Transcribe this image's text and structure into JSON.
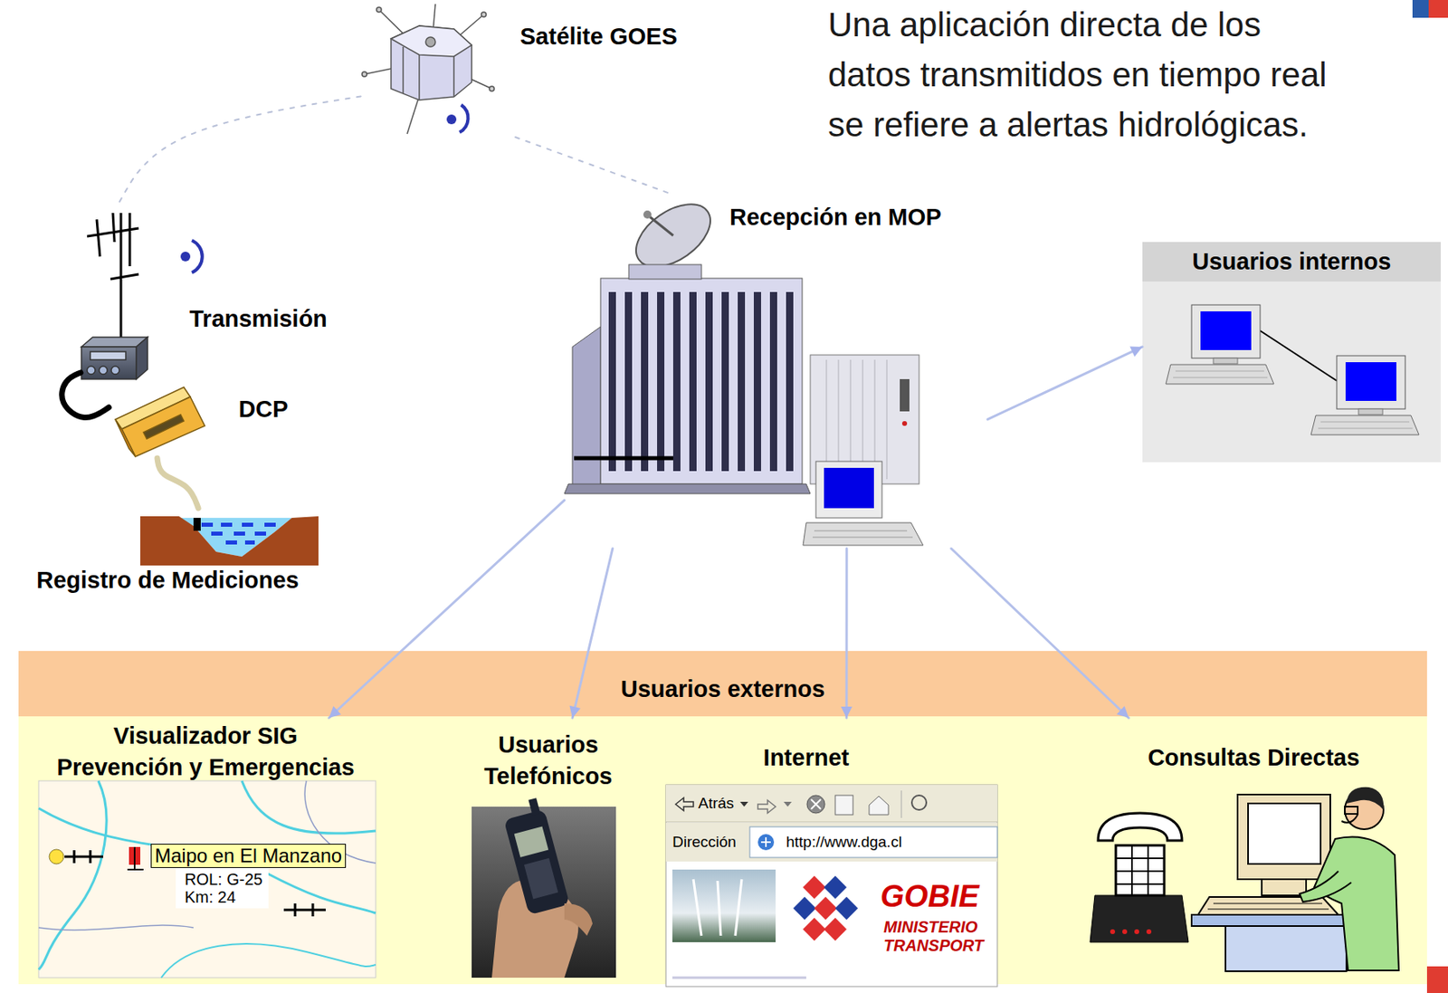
{
  "diagram": {
    "title": "Una aplicación directa de los datos transmitidos en tiempo real se refiere a alertas hidrológicas.",
    "nodes": [
      {
        "text": [
          "Satélite GOES"
        ]
      },
      {
        "text": [
          "Recepción en MOP"
        ]
      },
      {
        "text": [
          "Usuarios internos"
        ]
      },
      {
        "text": [
          "Transmisión"
        ]
      },
      {
        "text": [
          "DCP"
        ]
      },
      {
        "text": [
          "Registro de Mediciones"
        ]
      },
      {
        "text": [
          "Usuarios externos"
        ]
      },
      {
        "text": [
          "Visualizador SIG Prevención y Emergencias"
        ],
        "in": 6
      },
      {
        "text": [
          "Usuarios Telefónicos"
        ],
        "in": 6
      },
      {
        "text": [
          "Internet"
        ],
        "in": 6
      },
      {
        "text": [
          "Consultas Directas"
        ],
        "in": 6
      }
    ],
    "edges": [
      {
        "from": 3,
        "to": 0,
        "arrow": "none"
      },
      {
        "from": 0,
        "to": 1,
        "arrow": "none"
      },
      {
        "from": 4,
        "to": 3,
        "arrow": "none"
      },
      {
        "from": 5,
        "to": 4,
        "arrow": "none"
      },
      {
        "from": 1,
        "to": 2,
        "arrow": "to"
      },
      {
        "from": 1,
        "to": 7,
        "arrow": "to"
      },
      {
        "from": 1,
        "to": 8,
        "arrow": "to"
      },
      {
        "from": 1,
        "to": 9,
        "arrow": "to"
      },
      {
        "from": 1,
        "to": 10,
        "arrow": "to"
      }
    ],
    "labels": [
      "Maipo en El Manzano",
      "ROL: G-25",
      "Km: 24",
      "Atrás",
      "Dirección",
      "http://www.dga.cl",
      "GOBIE",
      "MINISTERIO",
      "TRANSPORT"
    ]
  }
}
